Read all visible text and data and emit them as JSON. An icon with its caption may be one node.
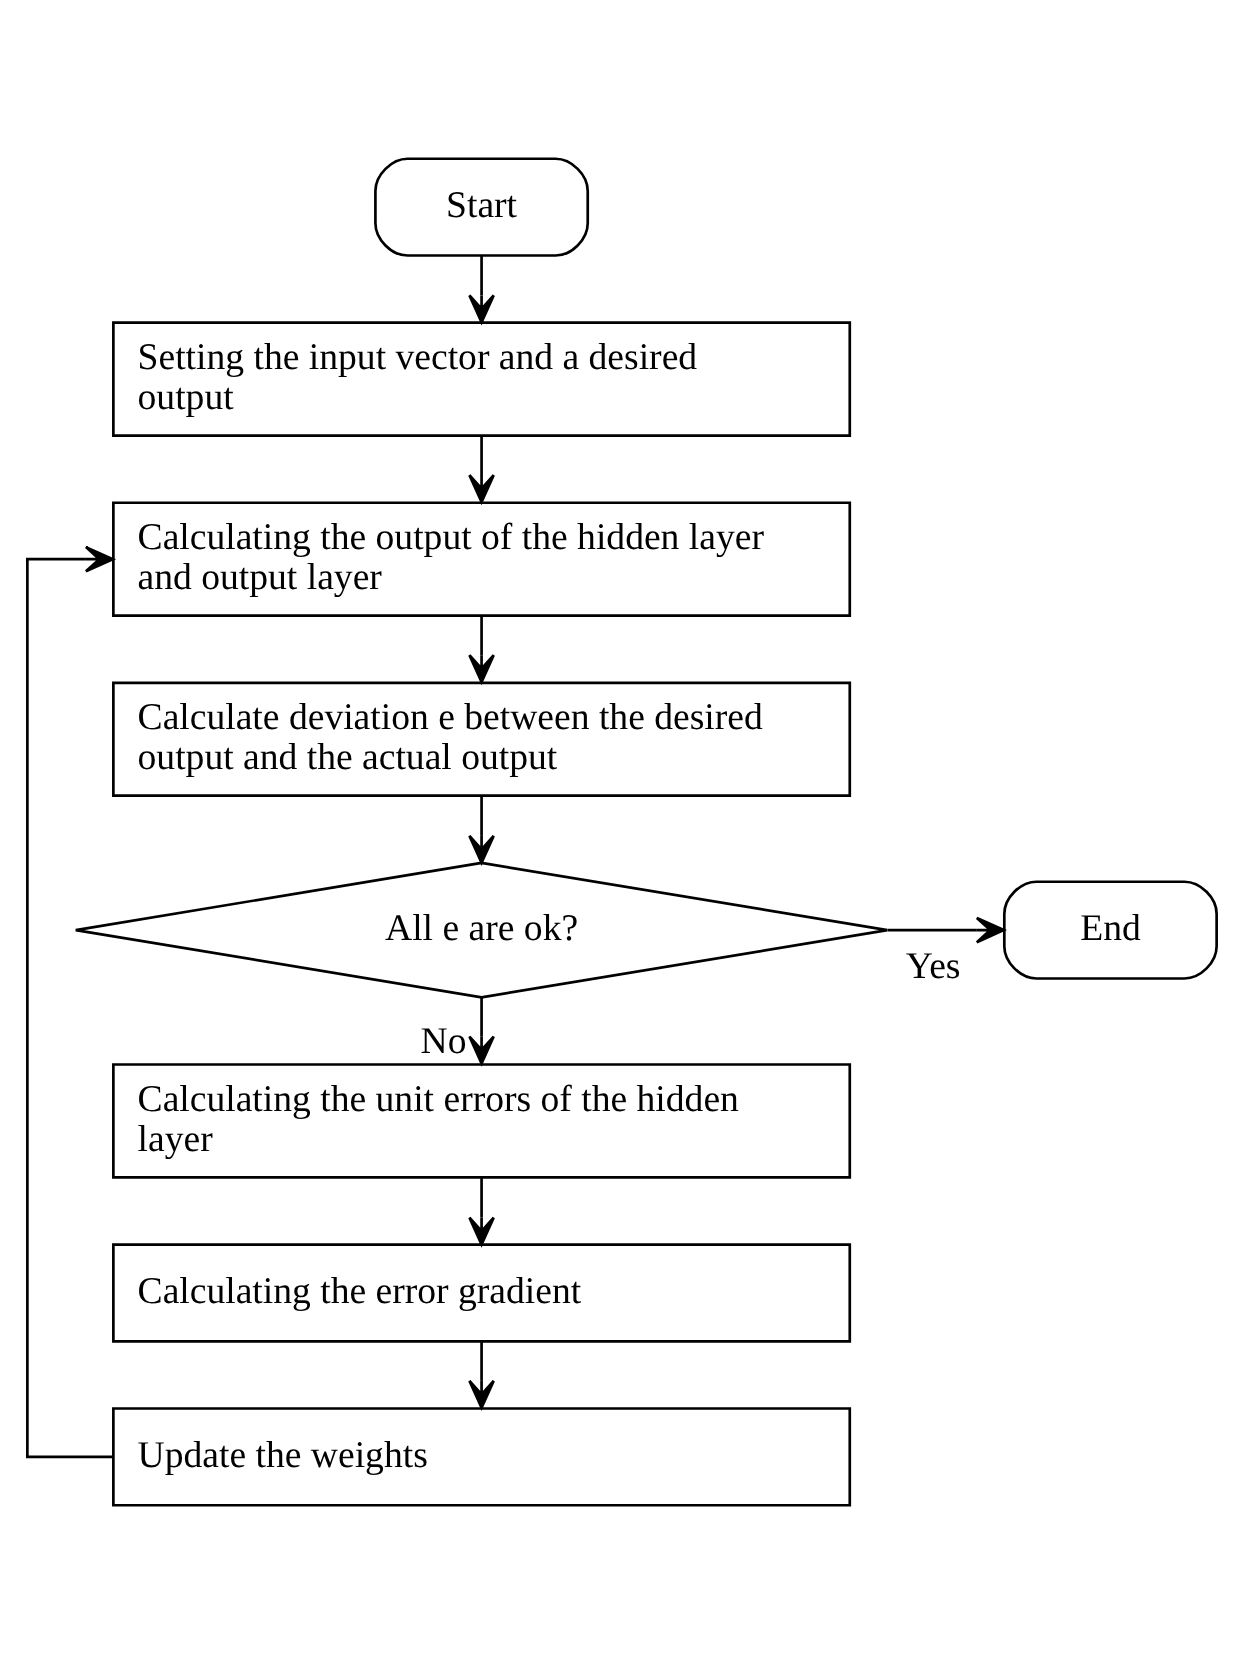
{
  "diagram": {
    "nodes": [
      {
        "text": [
          "Start"
        ]
      },
      {
        "text": [
          "Setting the input vector and a desired output"
        ]
      },
      {
        "text": [
          "Calculating the output of the hidden layer and output layer"
        ]
      },
      {
        "text": [
          "Calculate deviation e between the desired output and the actual output"
        ]
      },
      {
        "text": [
          "All e are ok?"
        ]
      },
      {
        "text": [
          "End"
        ]
      },
      {
        "text": [
          "Calculating the unit errors of the hidden layer"
        ]
      },
      {
        "text": [
          "Calculating the error gradient"
        ]
      },
      {
        "text": [
          "Update the weights"
        ]
      }
    ],
    "edges": [
      {
        "from": 0,
        "to": 1,
        "arrow": "to"
      },
      {
        "from": 1,
        "to": 2,
        "arrow": "to"
      },
      {
        "from": 2,
        "to": 3,
        "arrow": "to"
      },
      {
        "from": 3,
        "to": 4,
        "arrow": "to"
      },
      {
        "from": 4,
        "to": 5,
        "arrow": "to",
        "label": "Yes"
      },
      {
        "from": 4,
        "to": 6,
        "arrow": "to",
        "label": "No"
      },
      {
        "from": 6,
        "to": 7,
        "arrow": "to"
      },
      {
        "from": 7,
        "to": 8,
        "arrow": "to"
      },
      {
        "from": 8,
        "to": 2,
        "arrow": "to"
      }
    ]
  }
}
